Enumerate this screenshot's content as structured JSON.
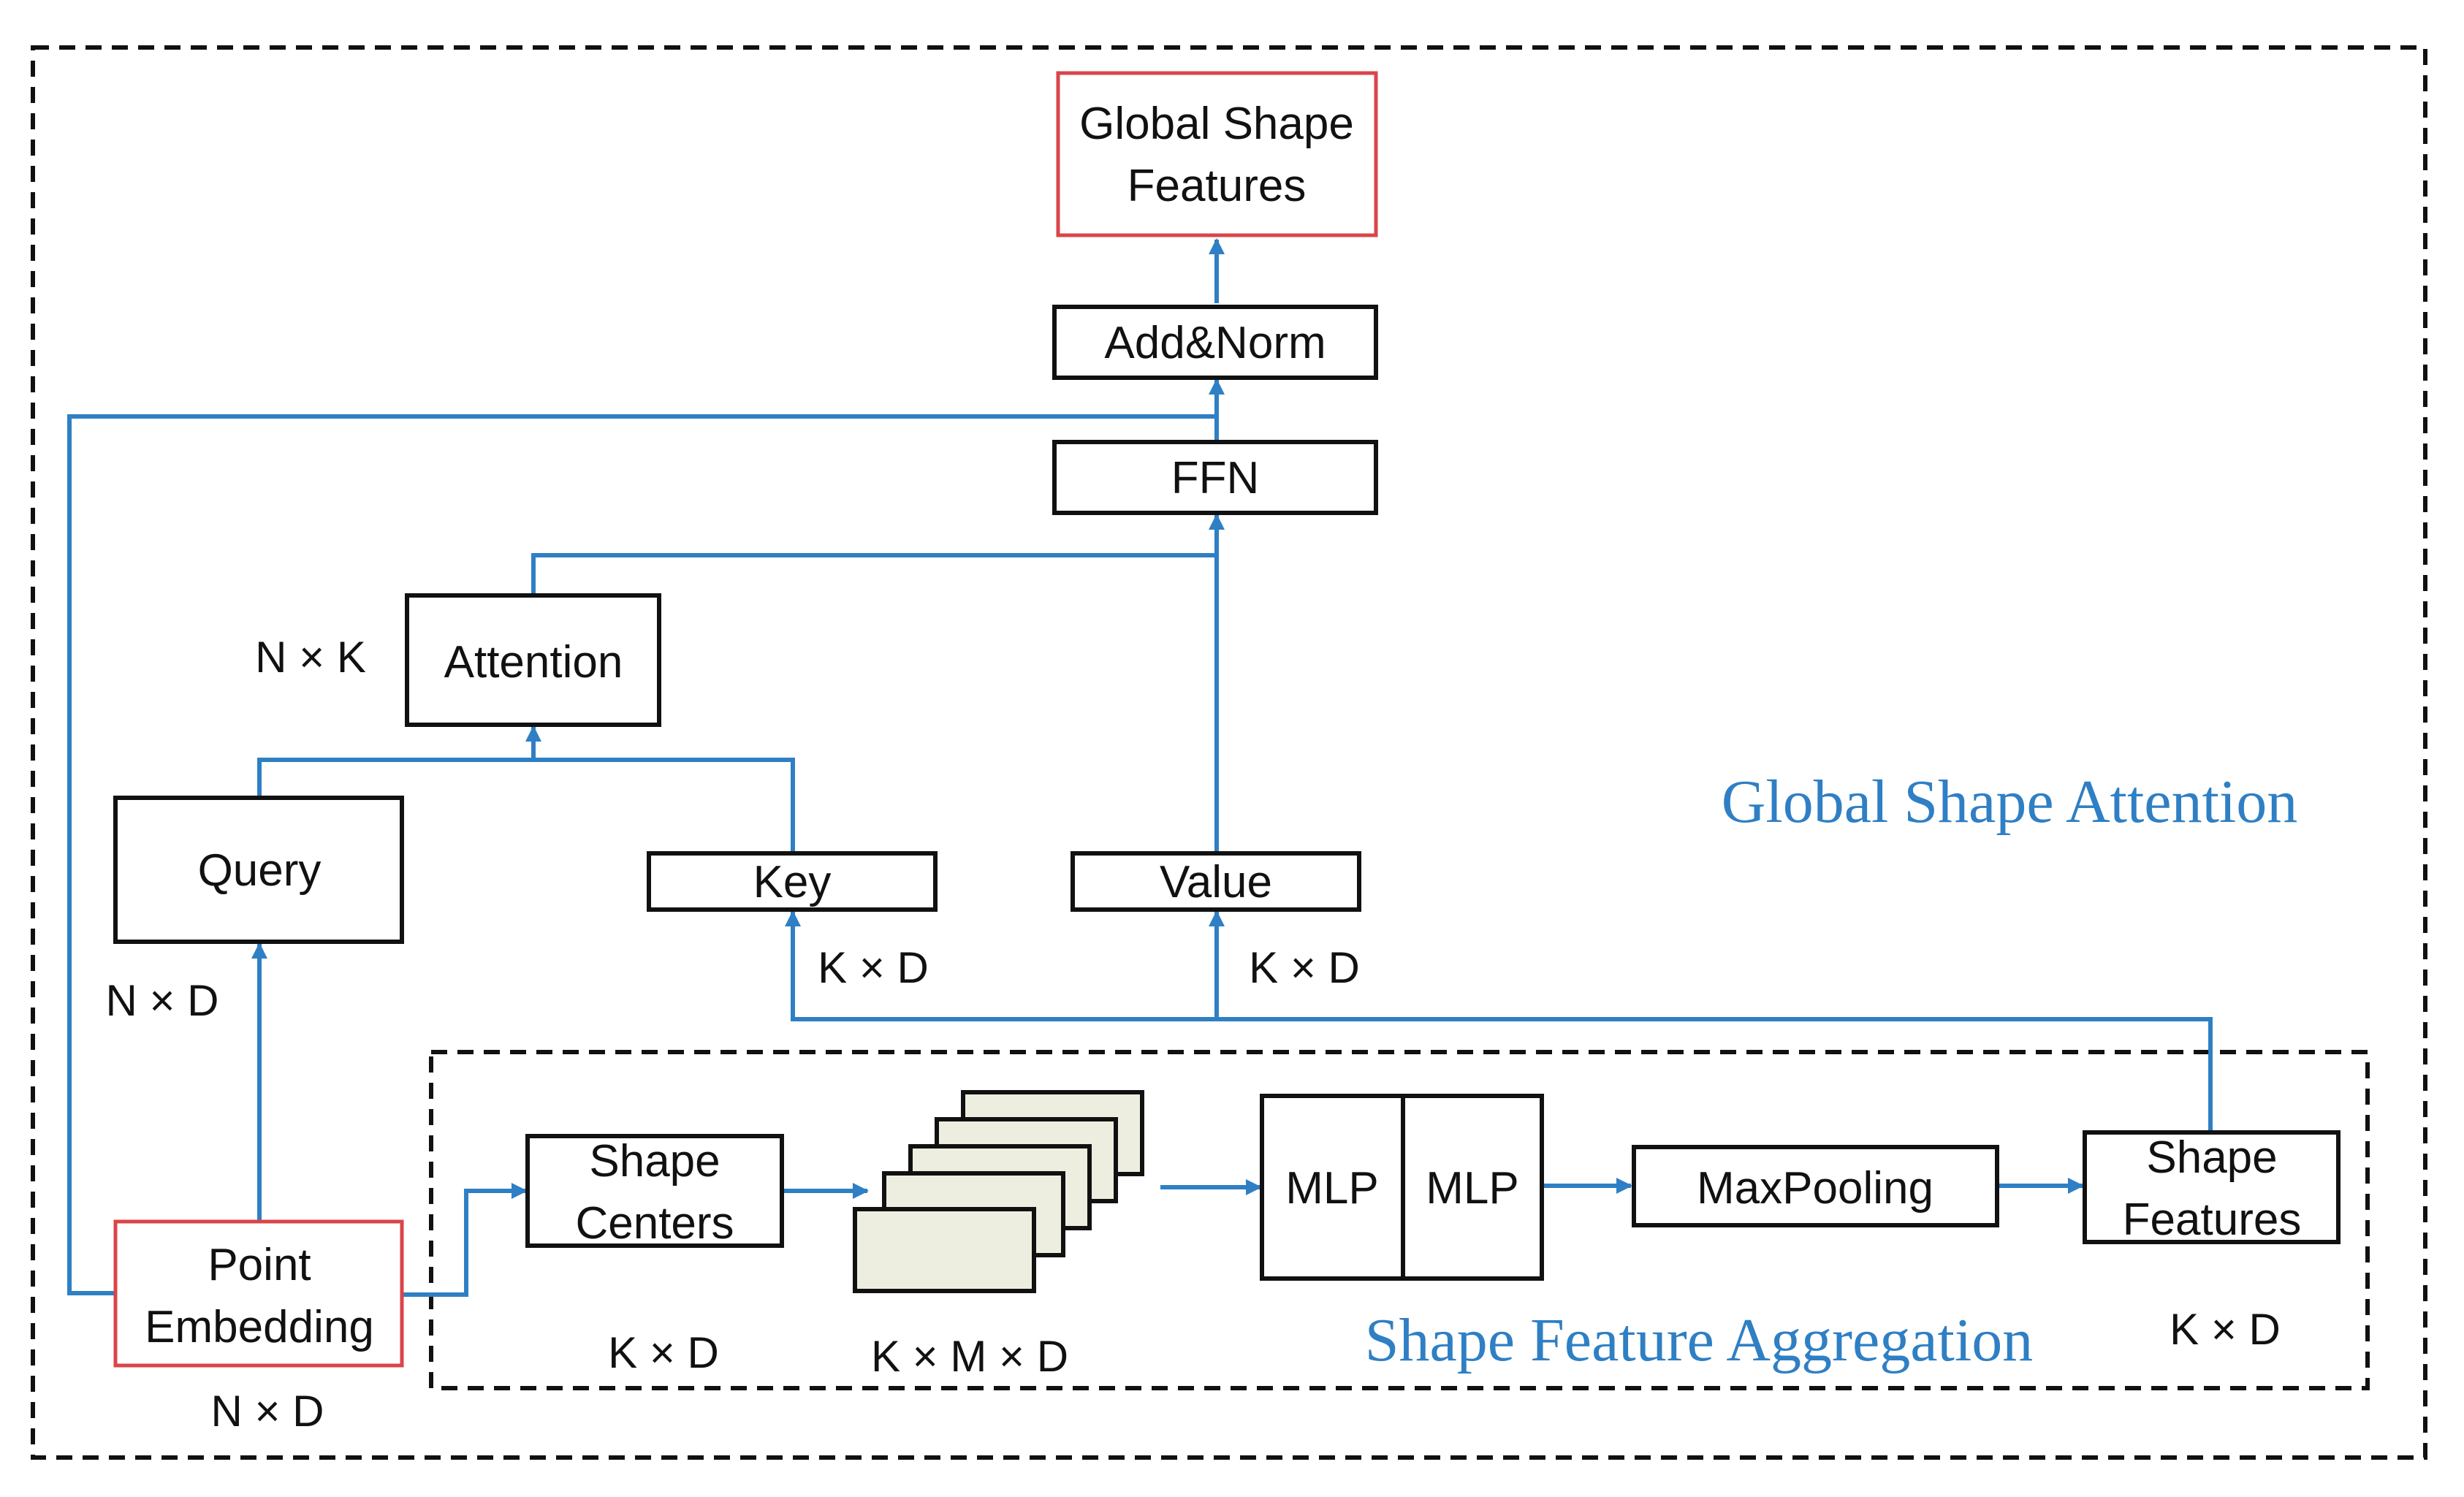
{
  "diagram": {
    "colors": {
      "flow_line": "#2f7fc4",
      "region_label": "#2f7fc4",
      "highlight_border": "#d9454a",
      "box_border": "#111111",
      "stack_fill": "#eeeee0"
    },
    "regions": {
      "global_attention": "Global Shape Attention",
      "shape_aggregation": "Shape Feature Aggregation"
    },
    "boxes": {
      "global_shape_features": [
        "Global Shape",
        "Features"
      ],
      "add_norm": "Add&Norm",
      "ffn": "FFN",
      "attention": "Attention",
      "query": "Query",
      "key": "Key",
      "value": "Value",
      "point_embedding": [
        "Point",
        "Embedding"
      ],
      "shape_centers": [
        "Shape",
        "Centers"
      ],
      "mlp_1": "MLP",
      "mlp_2": "MLP",
      "maxpooling": "MaxPooling",
      "shape_features": [
        "Shape",
        "Features"
      ]
    },
    "dimensions": {
      "attention": "N × K",
      "query": "N × D",
      "key": "K × D",
      "value": "K × D",
      "point_embedding": "N × D",
      "shape_centers": "K × D",
      "grouped": "K × M × D",
      "shape_features": "K × D"
    }
  }
}
